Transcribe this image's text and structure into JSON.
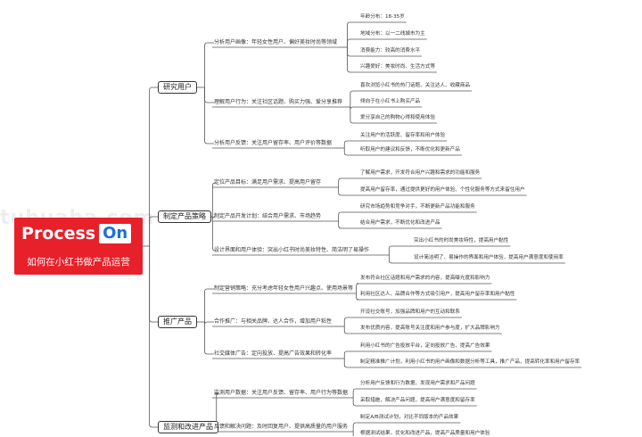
{
  "logo": {
    "word": "Process",
    "box": "On"
  },
  "root_title": "如何在小红书做产品运营",
  "watermark": "tuhuaba.com",
  "branches": [
    {
      "label": "研究用户",
      "children": [
        {
          "label": "分析用户画像：年轻女性用户、偏好美妆时尚等领域",
          "children": [
            "年龄分布：18-35岁",
            "地域分布：以一二线城市为主",
            "消费能力：较高的消费水平",
            "兴趣爱好：美妆时尚、生活方式等"
          ]
        },
        {
          "label": "理解用户行为：关注社区话题、购买力强、爱分享推荐",
          "children": [
            "喜欢浏览小红书的热门话题、关注达人、收藏商品",
            "倾向于在小红书上购买产品",
            "爱分享自己的购物心得和使用体验"
          ]
        },
        {
          "label": "分析用户反馈：关注用户留存率、用户评价等数据",
          "children": [
            "关注用户的活跃度、留存率和用户体验",
            "听取用户的建议和反馈，不断优化和更新产品"
          ]
        }
      ]
    },
    {
      "label": "制定产品策略",
      "children": [
        {
          "label": "定位产品目标：满足用户需求、提高用户留存",
          "children": [
            "了解用户需求，开发符合用户兴趣和需求的功能和服务",
            "提高用户留存率，通过提供更好的用户体验、个性化服务等方式来留住用户"
          ]
        },
        {
          "label": "制定产品开发计划：结合用户需求、市场趋势",
          "children": [
            "研究市场趋势和竞争对手，不断更新产品功能和服务",
            "结合用户需求，不断优化和改进产品"
          ]
        },
        {
          "label": "设计界面和用户体验：突出小红书时尚美妆特性、简洁明了易操作",
          "children": [
            "突出小红书的时尚美妆特性，提高用户黏性",
            "设计简洁明了、易操作的界面和用户体验，提高用户满意度和使用率"
          ]
        }
      ]
    },
    {
      "label": "推广产品",
      "children": [
        {
          "label": "制定营销策略：充分考虑年轻女性用户兴趣点、使用场景等",
          "children": [
            "发布符合社区话题和用户需求的内容，提高曝光度和影响力",
            "利用社区达人、品牌合作等方式吸引用户，提高用户留存率和用户黏性"
          ]
        },
        {
          "label": "合作推广：与相关品牌、达人合作，增加用户粘性",
          "children": [
            "开设社交账号，加强品牌和用户的互动和联系",
            "发布优质内容，提高账号关注度和用户参与度，扩大品牌影响力"
          ]
        },
        {
          "label": "社交媒体广告：定向投放、提高广告效果和转化率",
          "children": [
            "利用小红书的广告投放平台，定向投放广告，提高广告效果",
            "制定精准推广计划，利用小红书的用户画像和数据分析等工具，推广产品，提高转化率和用户留存率"
          ]
        }
      ]
    },
    {
      "label": "监测和改进产品",
      "children": [
        {
          "label": "监测用户数据：关注用户反馈、留存率、用户行为等数据",
          "children": [
            "分析用户反馈和行为数据，发现用户需求和产品问题",
            "采取措施，解决产品问题，提高用户满意度和留存率"
          ]
        },
        {
          "label": "反馈和解决问题：及时回复用户、提供高质量的用户服务",
          "children": [
            "制定A/B测试计划，对比不同版本的产品效果",
            "根据测试结果，优化和改进产品，提高产品质量和用户体验"
          ]
        }
      ]
    }
  ]
}
